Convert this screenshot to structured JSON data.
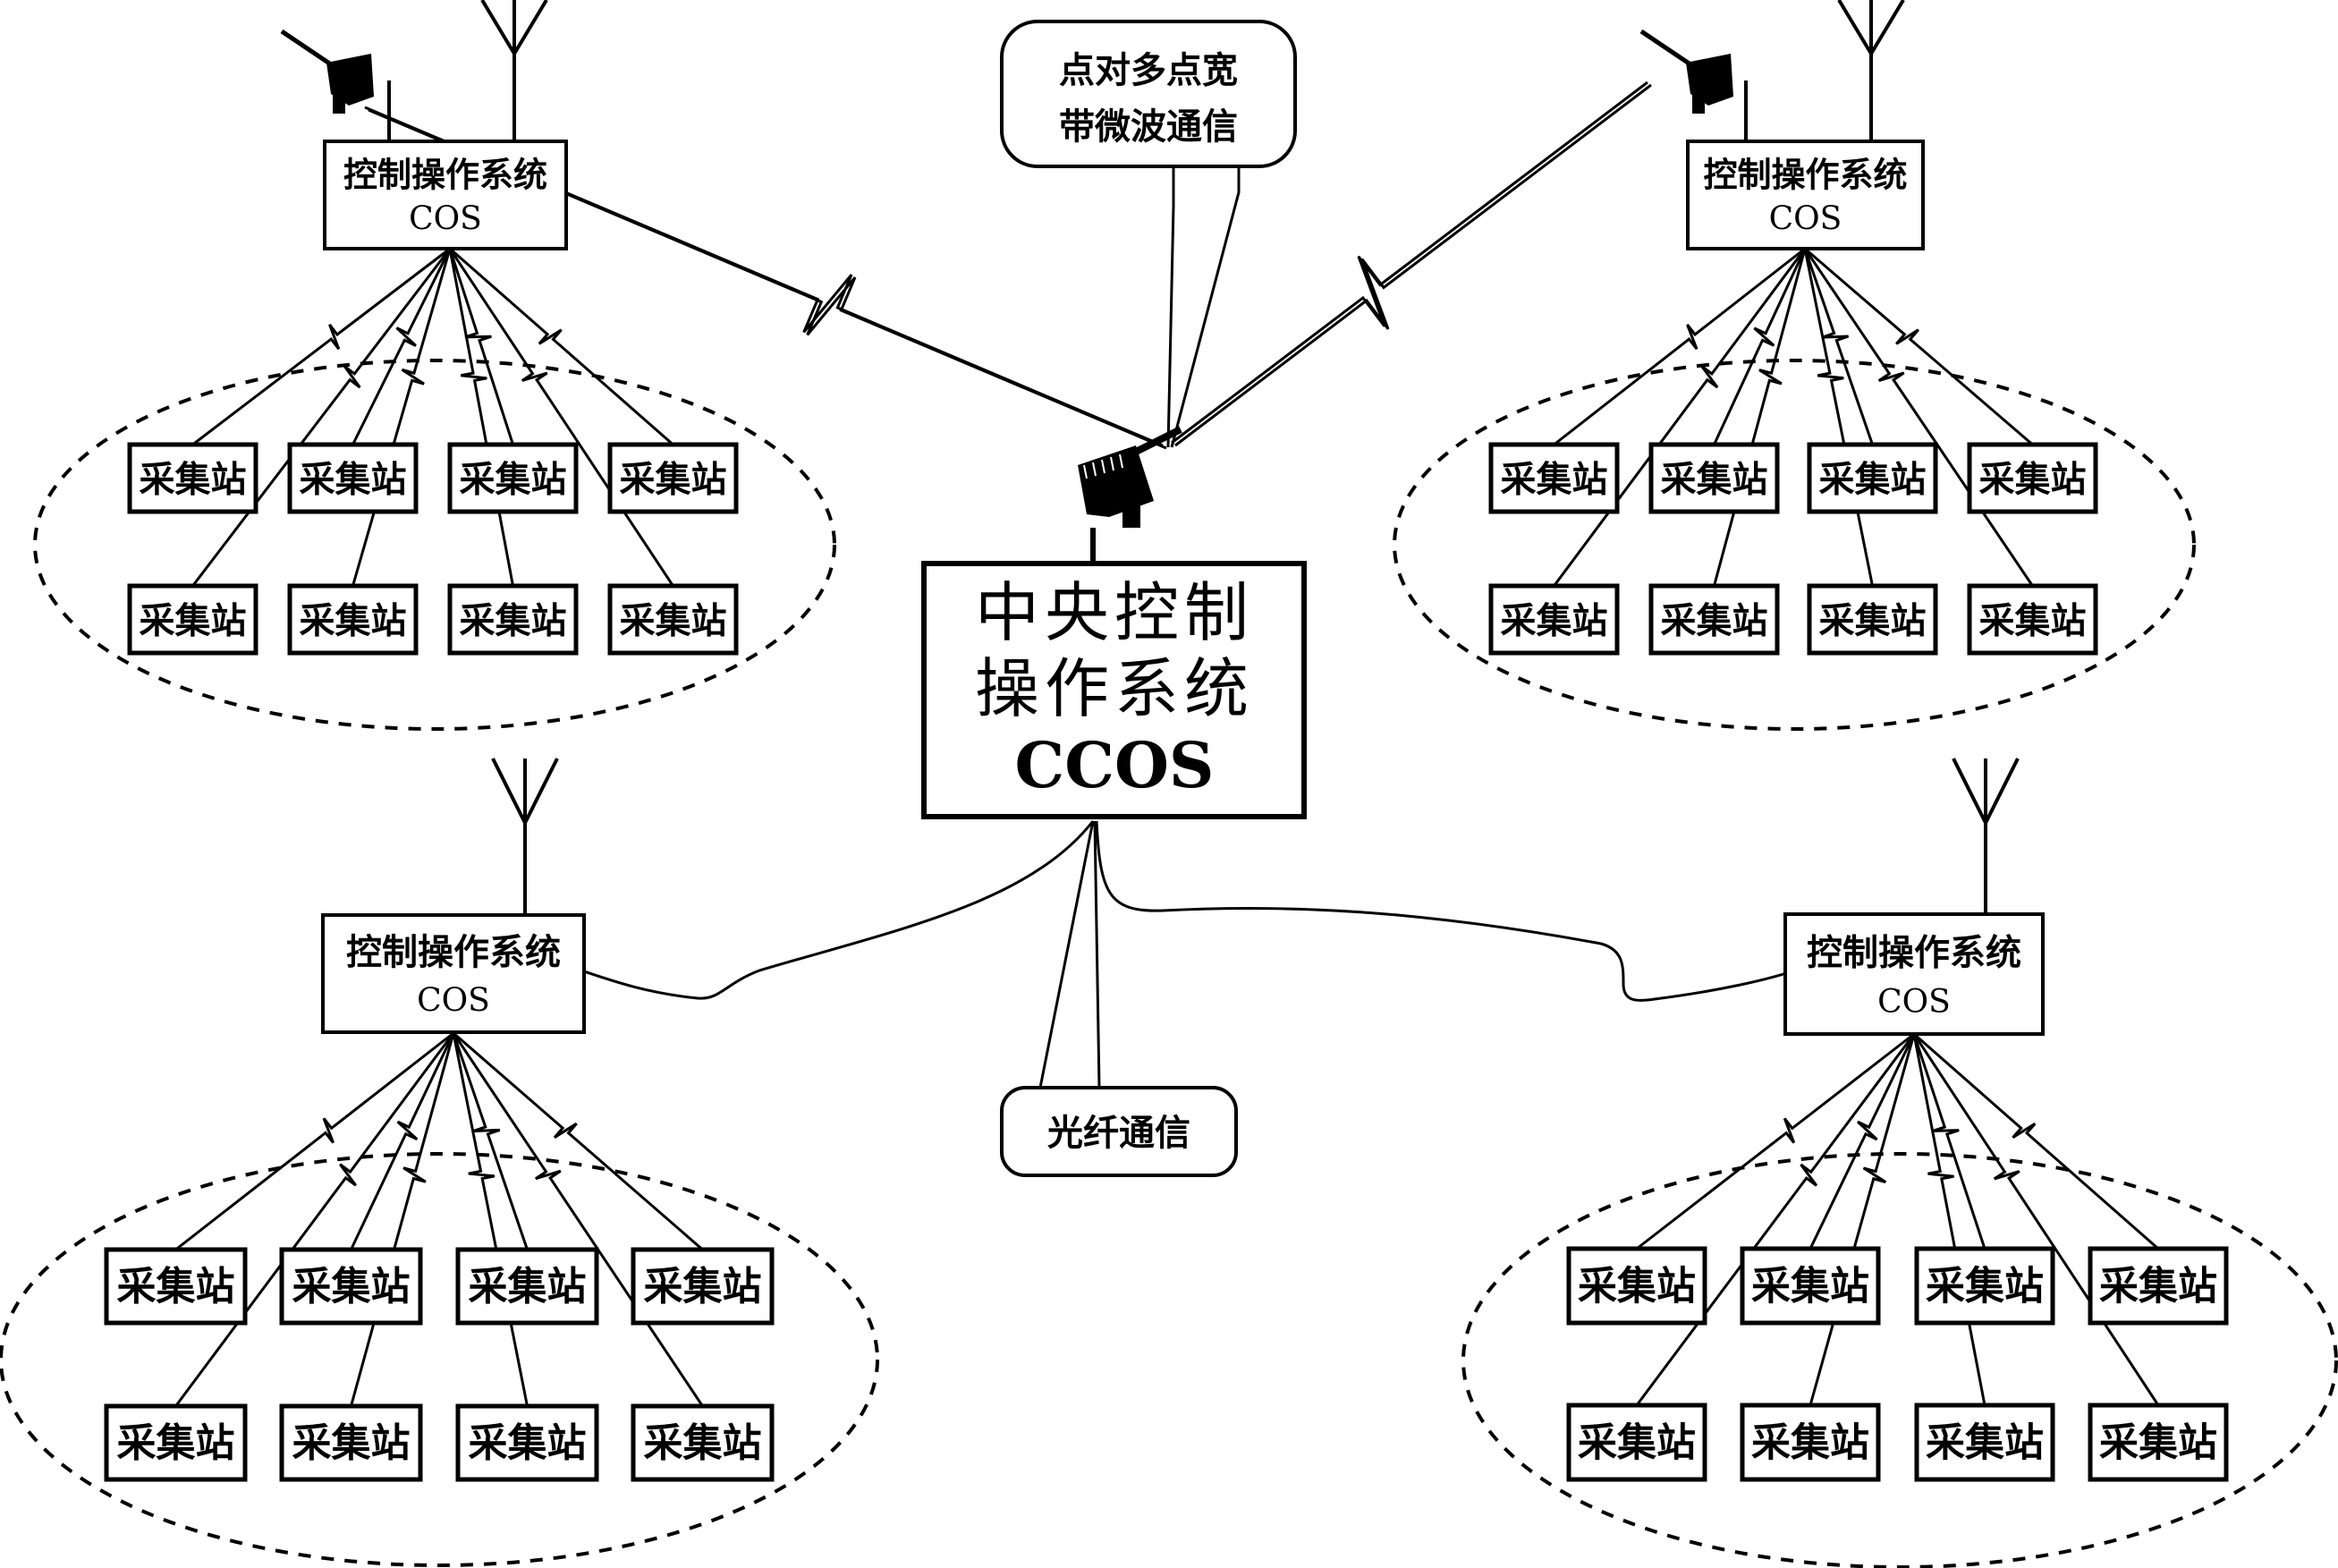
{
  "diagram": {
    "central": {
      "title_line1": "中央控制",
      "title_line2": "操作系统",
      "abbr": "CCOS"
    },
    "callouts": {
      "microwave_line1": "点对多点宽",
      "microwave_line2": "带微波通信",
      "fiber": "光纤通信"
    },
    "cos_nodes": [
      {
        "id": "top-left",
        "title": "控制操作系统",
        "abbr": "COS",
        "link": "microwave"
      },
      {
        "id": "top-right",
        "title": "控制操作系统",
        "abbr": "COS",
        "link": "microwave"
      },
      {
        "id": "bottom-left",
        "title": "控制操作系统",
        "abbr": "COS",
        "link": "fiber"
      },
      {
        "id": "bottom-right",
        "title": "控制操作系统",
        "abbr": "COS",
        "link": "fiber"
      }
    ],
    "station_label": "采集站",
    "stations_per_cluster": 8,
    "colors": {
      "stroke": "#000000",
      "background": "#ffffff"
    }
  }
}
